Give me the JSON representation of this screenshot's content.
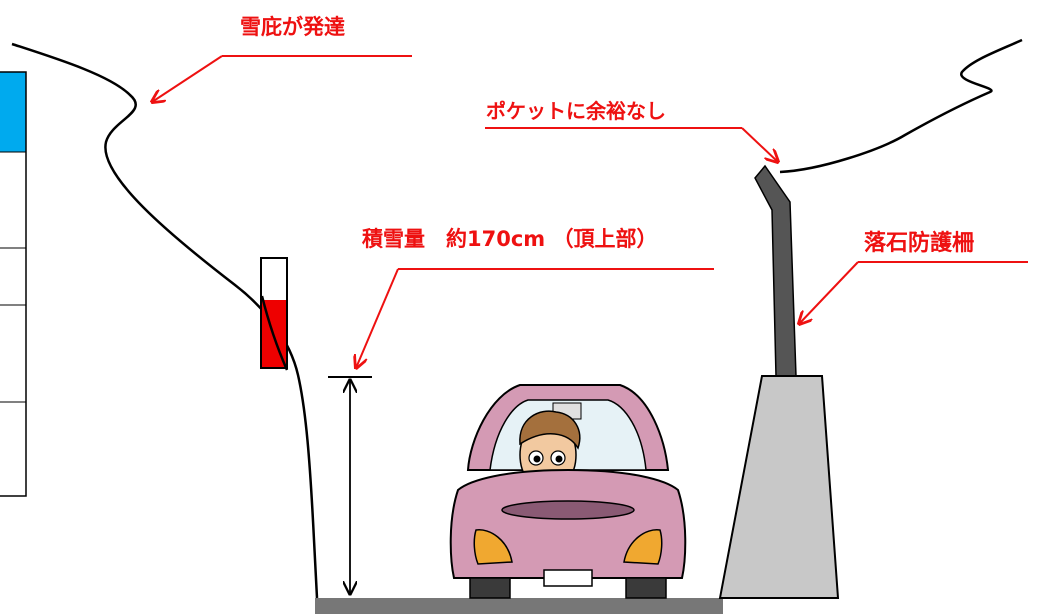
{
  "labels": {
    "cornice": "雪庇が発達",
    "pocket": "ポケットに余裕なし",
    "snow_depth": "積雪量　約170cm （頂上部）",
    "rockfall_fence": "落石防護柵"
  },
  "colors": {
    "annotation": "#ee1111",
    "table_header": "#00aaee",
    "gauge_fill": "#ee0000",
    "fence_post": "#555555",
    "fence_base": "#c8c8c8",
    "road": "#777777",
    "car_body": "#d49ab4",
    "car_headlight": "#f0a830"
  }
}
